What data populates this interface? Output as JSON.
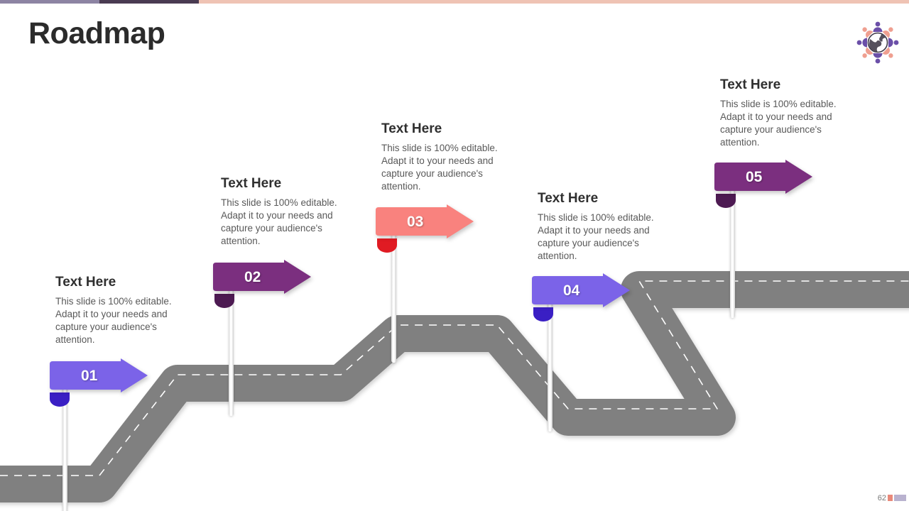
{
  "slide": {
    "title": "Roadmap",
    "page_number": "62"
  },
  "topbar": {
    "segments": [
      {
        "name": "segment-light-purple",
        "color": "#8d84a3"
      },
      {
        "name": "segment-dark-purple",
        "color": "#4a3b52"
      },
      {
        "name": "segment-peach",
        "color": "#efc3b4"
      }
    ]
  },
  "logo": {
    "name": "globe-people-logo",
    "globe_color": "#55505c",
    "person_colors": [
      "#6b4fa8",
      "#e8897a"
    ]
  },
  "road": {
    "color": "#808080",
    "lane_marking_color": "#ffffff",
    "lane_marking_style": "dashed"
  },
  "milestones": [
    {
      "number": "01",
      "heading": "Text Here",
      "body": "This slide is 100% editable. Adapt it to your needs and capture your audience's attention.",
      "flag_color": "#7b63e8",
      "fold_color": "#3a1fc4"
    },
    {
      "number": "02",
      "heading": "Text Here",
      "body": "This slide is 100% editable. Adapt it to your needs and capture your audience's attention.",
      "flag_color": "#7b2f7f",
      "fold_color": "#4d1a52"
    },
    {
      "number": "03",
      "heading": "Text Here",
      "body": "This slide is 100% editable. Adapt it to your needs and capture your audience's attention.",
      "flag_color": "#f9827e",
      "fold_color": "#e01b23"
    },
    {
      "number": "04",
      "heading": "Text Here",
      "body": "This slide is 100% editable. Adapt it to your needs and capture your audience's attention.",
      "flag_color": "#7b63e8",
      "fold_color": "#3a1fc4"
    },
    {
      "number": "05",
      "heading": "Text Here",
      "body": "This slide is 100% editable. Adapt it to your needs and capture your audience's attention.",
      "flag_color": "#7b2f7f",
      "fold_color": "#4d1a52"
    }
  ]
}
